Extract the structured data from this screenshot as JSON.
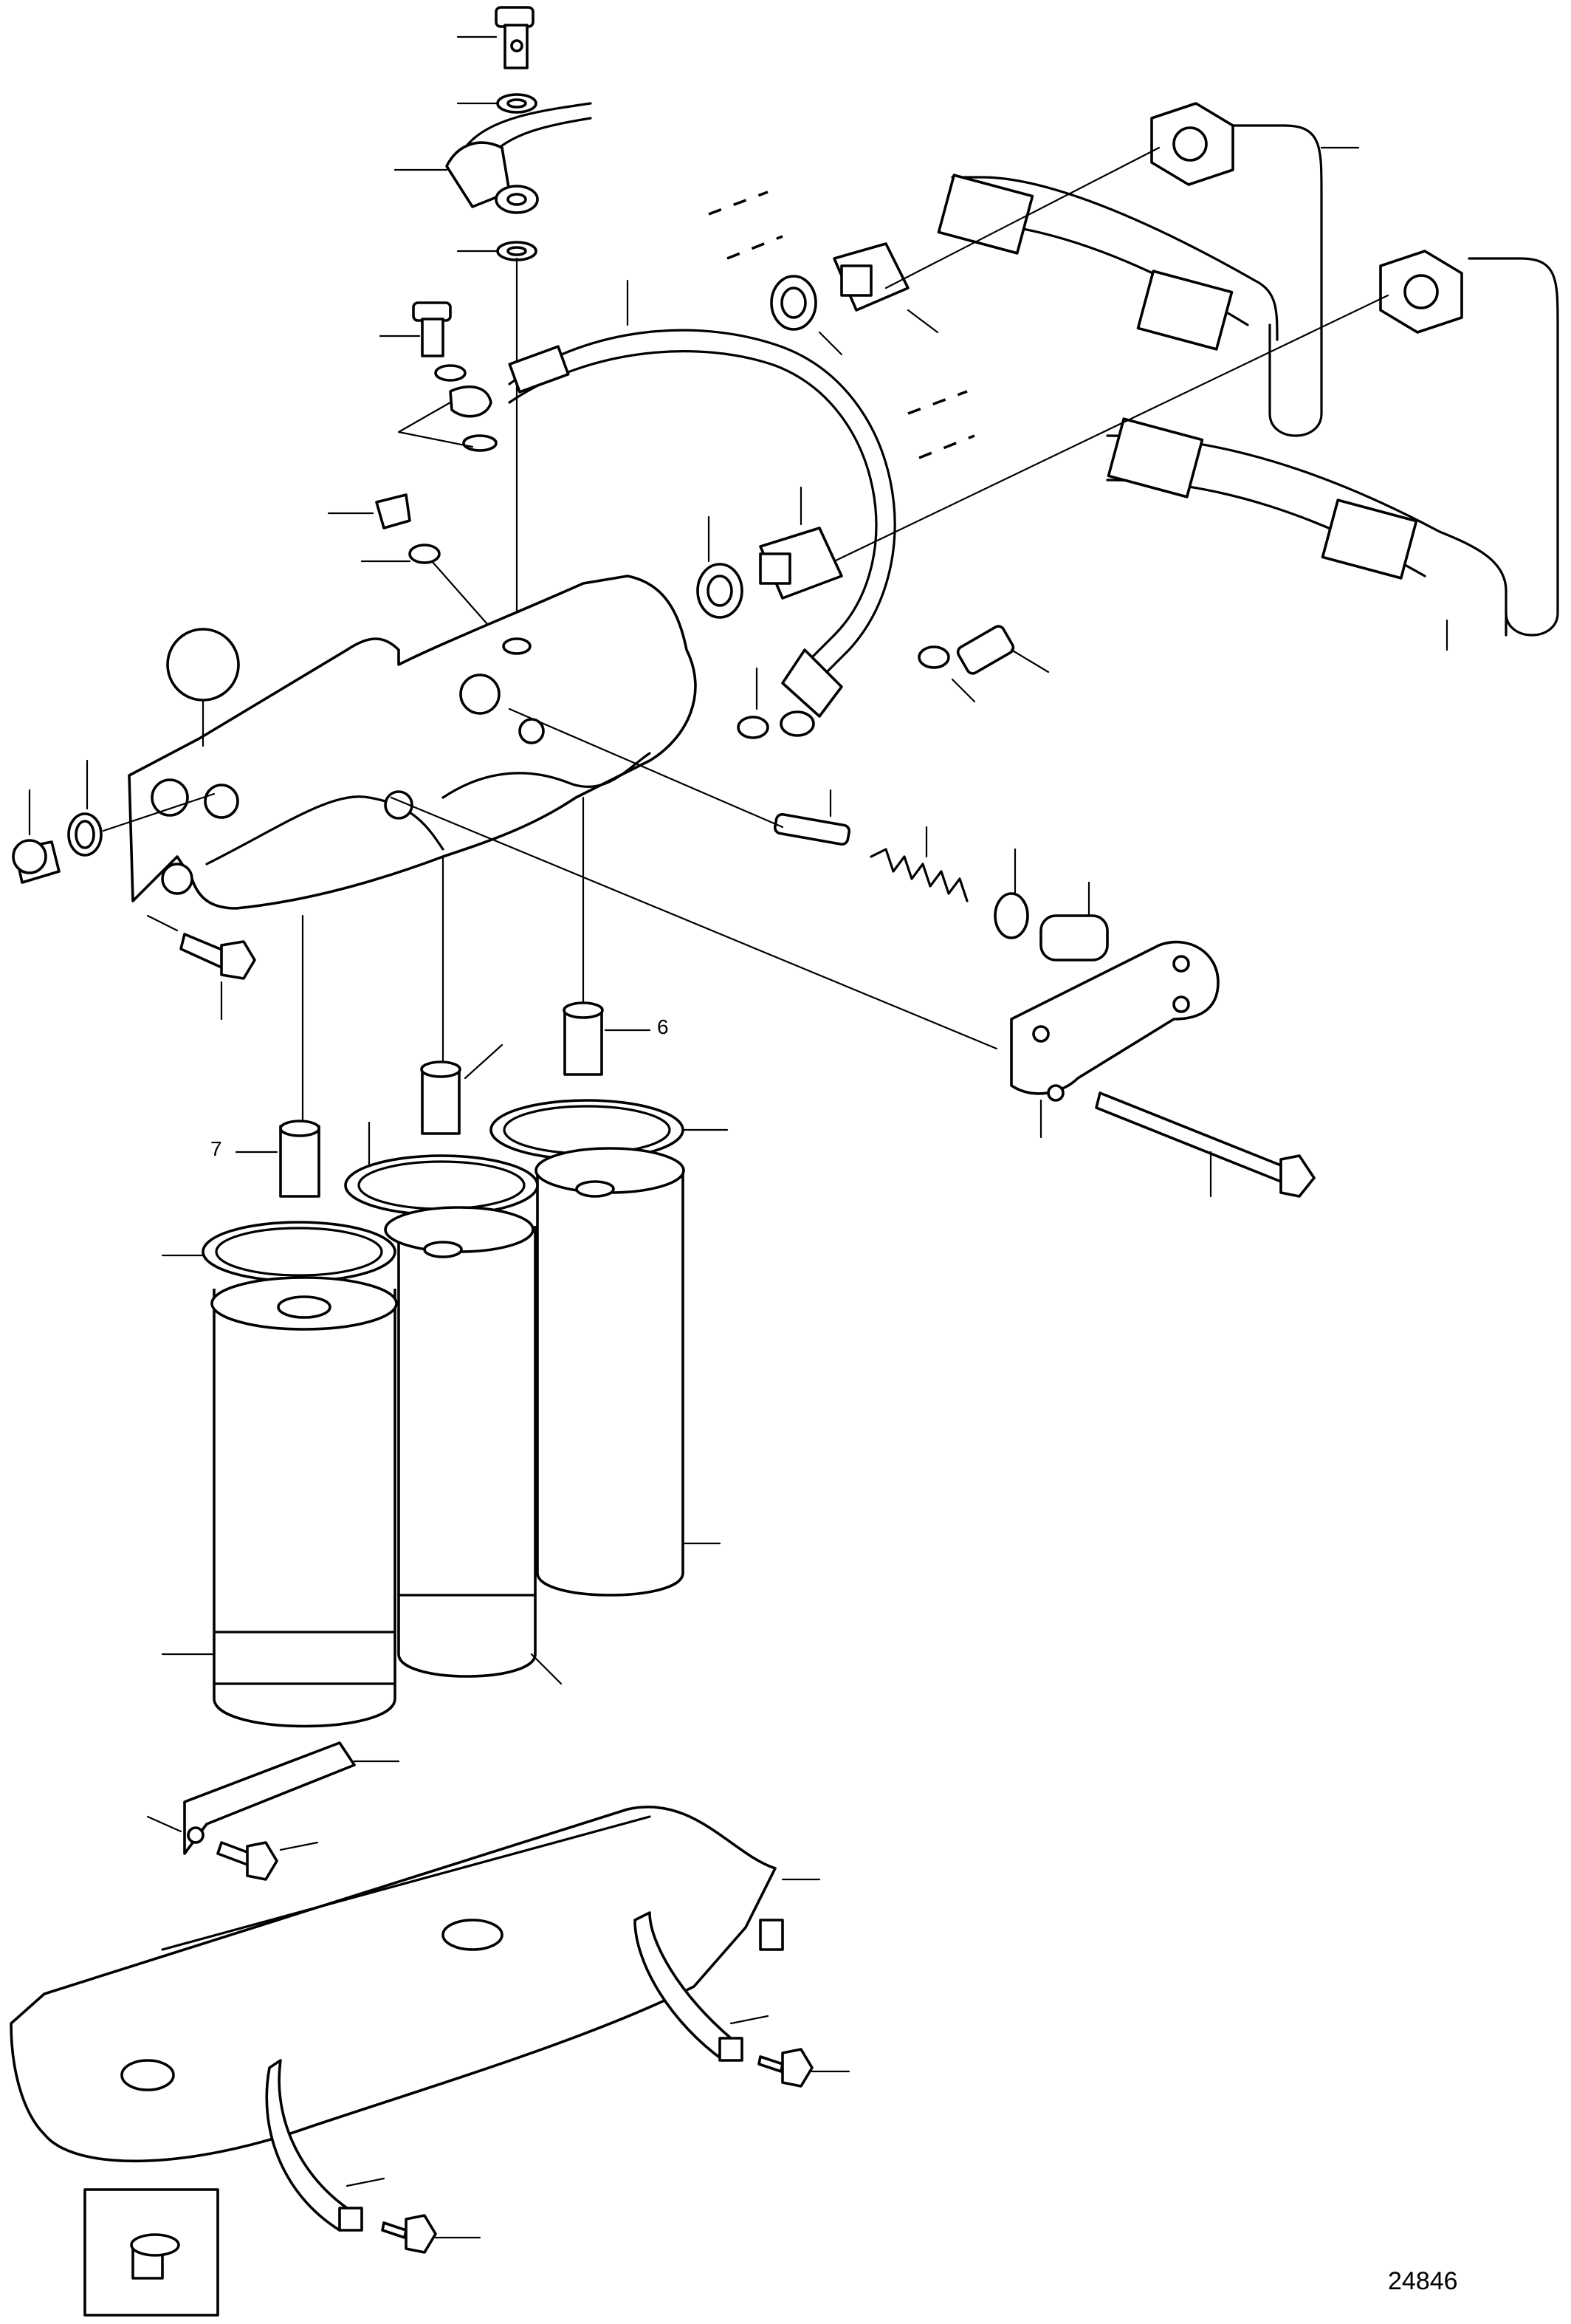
{
  "figure": {
    "number": "24846",
    "partial_labels": [
      "6",
      "7"
    ]
  }
}
